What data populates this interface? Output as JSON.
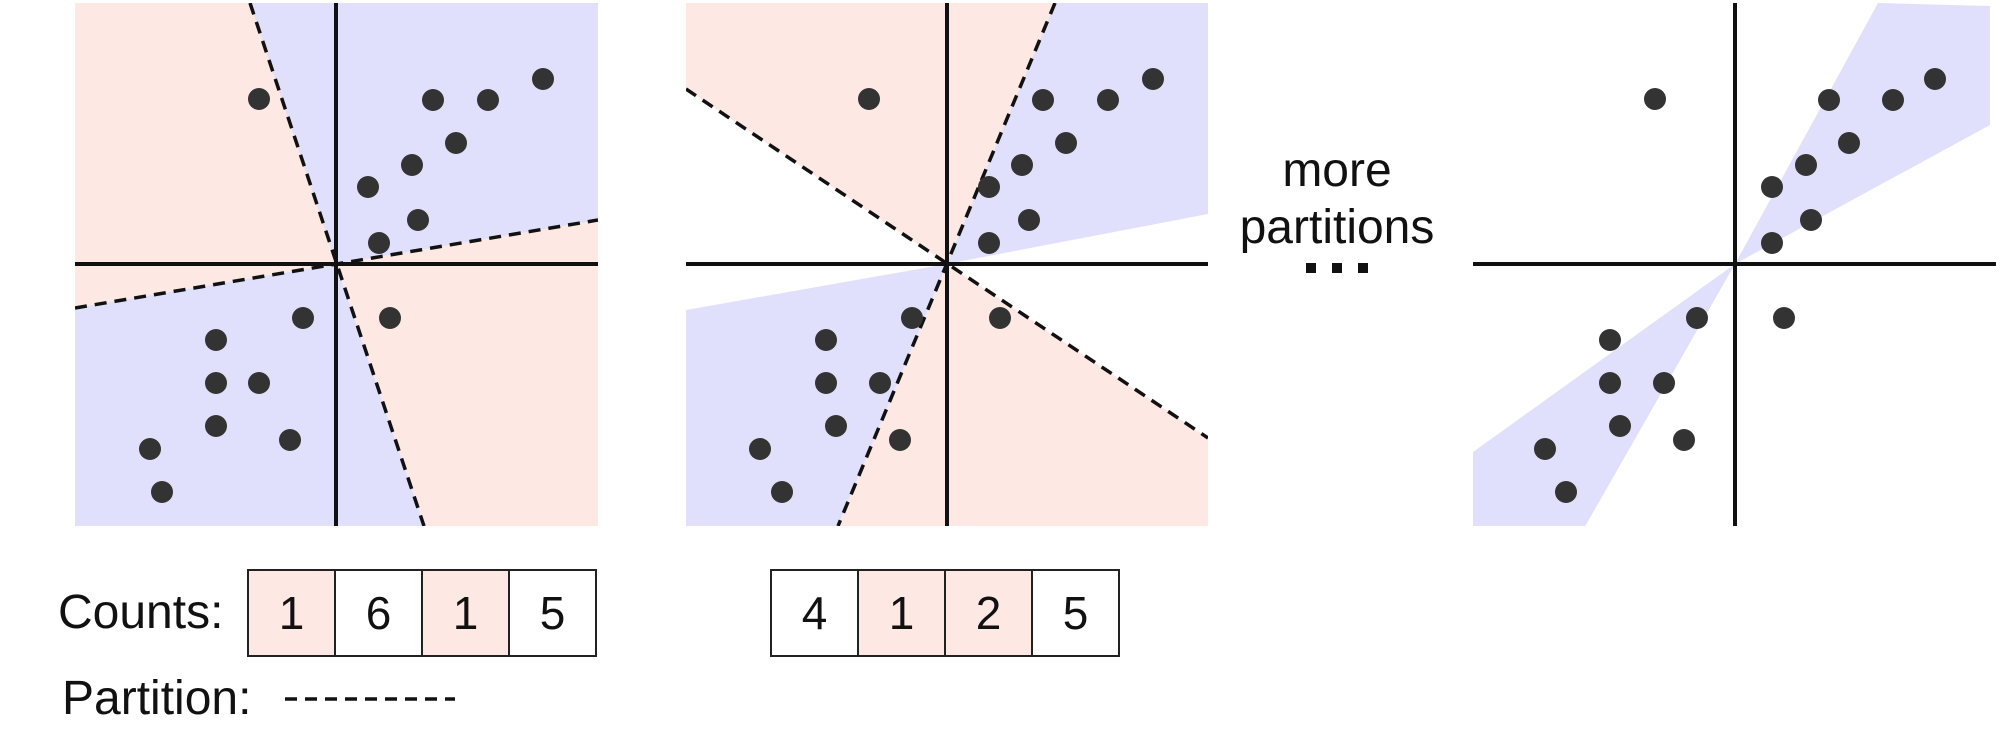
{
  "colors": {
    "red_region": "#fde8e4",
    "blue_region": "#e0e0fc",
    "point": "#333333",
    "axis": "#111111",
    "partition_line": "#111111",
    "cell_border": "#222222",
    "cell_highlight": "#fde8e4",
    "cell_plain": "#ffffff"
  },
  "labels": {
    "counts": "Counts:",
    "partition": "Partition:",
    "more_line1": "more",
    "more_line2": "partitions",
    "ellipsis": "..."
  },
  "panels": [
    {
      "name": "panel-1",
      "counts": [
        "1",
        "6",
        "1",
        "5"
      ],
      "highlighted_cells": [
        0,
        2
      ]
    },
    {
      "name": "panel-2",
      "counts": [
        "4",
        "1",
        "2",
        "5"
      ],
      "highlighted_cells": [
        1,
        2
      ]
    },
    {
      "name": "panel-3",
      "counts": [],
      "highlighted_cells": []
    }
  ],
  "icons": {
    "partition_legend": "dashed-line-icon",
    "ellipsis": "ellipsis-icon"
  }
}
